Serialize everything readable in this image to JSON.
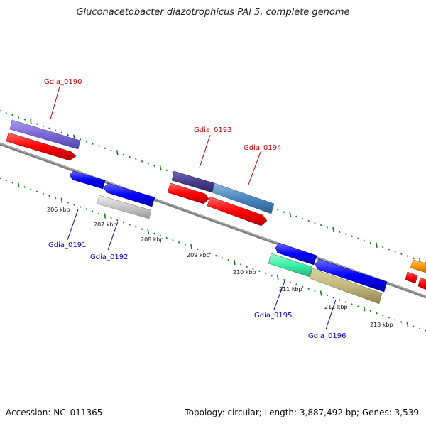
{
  "title": "Gluconacetobacter diazotrophicus PAl 5, complete genome",
  "footer": {
    "accession": "Accession: NC_011365",
    "summary": "Topology: circular; Length: 3,887,492 bp; Genes: 3,539"
  },
  "kbp_labels": [
    "206 kbp",
    "207 kbp",
    "208 kbp",
    "209 kbp",
    "210 kbp",
    "211 kbp",
    "212 kbp",
    "213 kbp"
  ],
  "gene_labels": [
    {
      "text": "Gdia_0190",
      "strand": "forward"
    },
    {
      "text": "Gdia_0191",
      "strand": "reverse"
    },
    {
      "text": "Gdia_0192",
      "strand": "reverse"
    },
    {
      "text": "Gdia_0193",
      "strand": "forward"
    },
    {
      "text": "Gdia_0194",
      "strand": "forward"
    },
    {
      "text": "Gdia_0195",
      "strand": "reverse"
    },
    {
      "text": "Gdia_0196",
      "strand": "reverse"
    }
  ],
  "colors": {
    "forward_label": "#cc0000",
    "reverse_label": "#0000cc",
    "backbone": "#808080",
    "tick": "#1a7a1a",
    "cds_forward": "#ff0000",
    "cds_reverse": "#0000ff"
  }
}
